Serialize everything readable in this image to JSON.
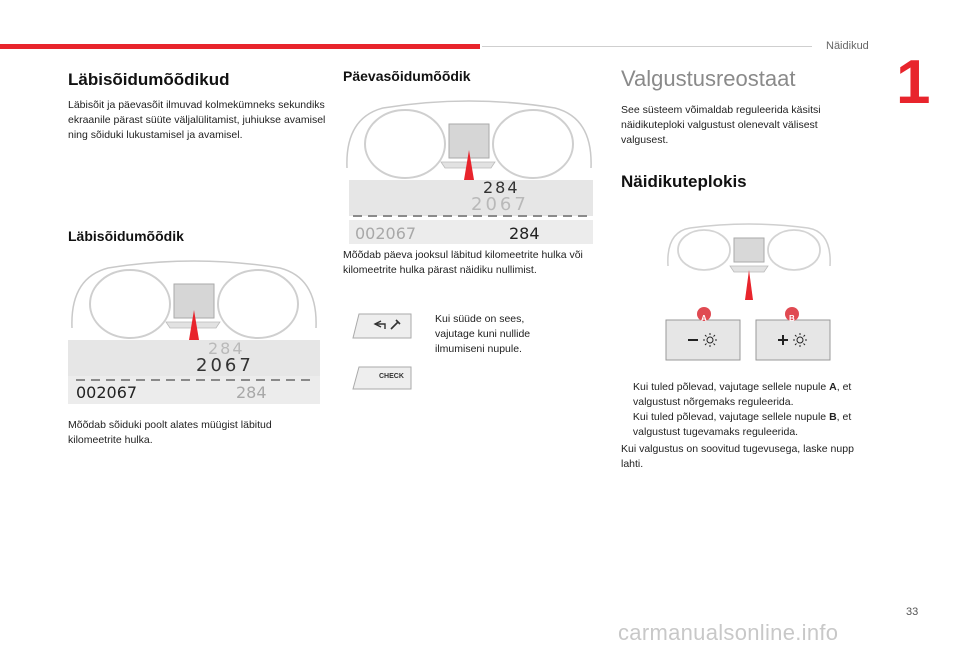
{
  "header": {
    "section": "Näidikud",
    "chapter": "1"
  },
  "col1": {
    "title": "Läbisõidumõõdikud",
    "intro": "Läbisõit ja päevasõit ilmuvad kolmekümneks sekundiks ekraanile pärast süüte väljalülitamist, juhiukse avamisel ning sõiduki lukustamisel ja avamisel.",
    "subtitle": "Läbisõidumõõdik",
    "figure": {
      "top_value": "284",
      "main_value": "2067",
      "bar_left": "002067",
      "bar_right": "284"
    },
    "caption": "Mõõdab sõiduki poolt alates müügist läbitud kilomeetrite hulka."
  },
  "col2": {
    "title": "Päevasõidumõõdik",
    "figure": {
      "top_value": "284",
      "main_value": "2067",
      "bar_left": "002067",
      "bar_right": "284"
    },
    "caption": "Mõõdab päeva jooksul läbitud kilomeetrite hulka või kilomeetrite hulka pärast näidiku nullimist.",
    "bullet": "Kui süüde on sees, vajutage kuni nullide ilmumiseni nupule.",
    "check_label": "CHECK"
  },
  "col3": {
    "title": "Valgustusreostaat",
    "intro": "See süsteem võimaldab reguleerida käsitsi näidikuteploki valgustust olenevalt välisest valgusest.",
    "subtitle": "Näidikuteplokis",
    "label_a": "A",
    "label_b": "B",
    "bullet_a_pre": "Kui tuled põlevad, vajutage sellele nupule",
    "bullet_a_key": "A",
    "bullet_a_post": ", et valgustust nõrgemaks reguleerida.",
    "bullet_b_pre": "Kui tuled põlevad, vajutage sellele nupule",
    "bullet_b_key": "B",
    "bullet_b_post": ", et valgustust tugevamaks reguleerida.",
    "outro": "Kui valgustus on soovitud tugevusega, laske nupp lahti."
  },
  "bullet_symbol": "",
  "footer": {
    "page_number": "33",
    "watermark": "carmanualsonline.info"
  },
  "colors": {
    "accent_red": "#e8242c",
    "heading_grey": "#8a8a8a",
    "badge_red": "#e04a52"
  }
}
